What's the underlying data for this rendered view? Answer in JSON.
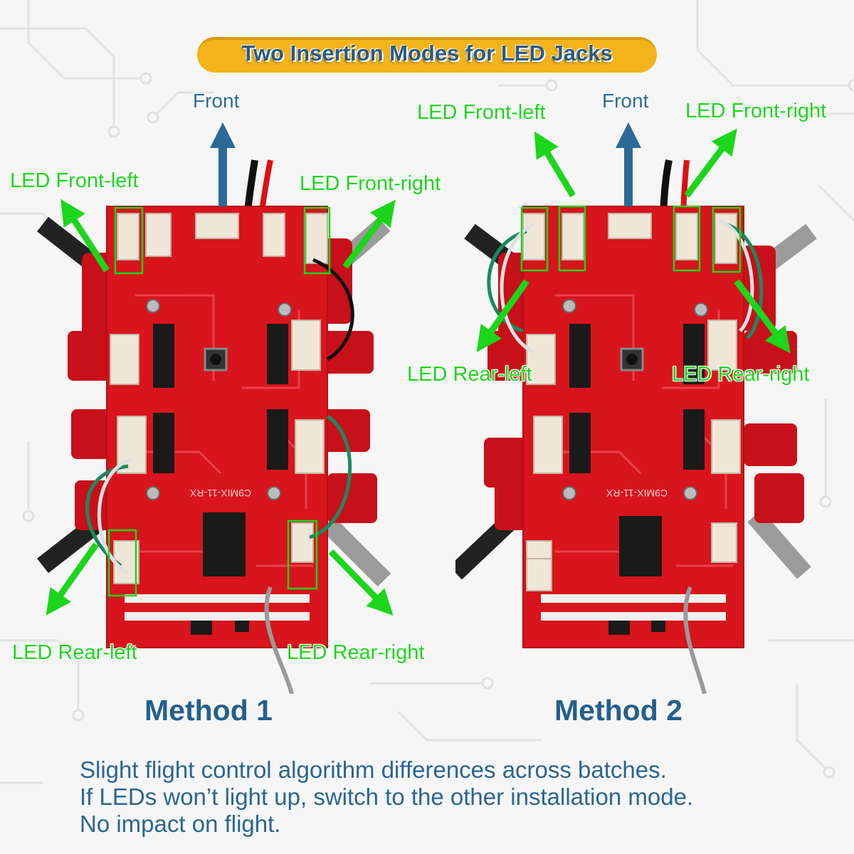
{
  "title": "Two Insertion Modes for LED Jacks",
  "colors": {
    "title_bg": "#f3b41b",
    "title_text": "#2a5a86",
    "led_label": "#1bd61b",
    "front_arrow": "#2b6a96",
    "method_text": "#245f8c",
    "notes_text": "#2a6594",
    "board_red": "#d8141c"
  },
  "method1": {
    "heading": "Method 1",
    "front": "Front",
    "front_left": "LED Front-left",
    "front_right": "LED Front-right",
    "rear_left": "LED Rear-left",
    "rear_right": "LED Rear-right"
  },
  "method2": {
    "heading": "Method 2",
    "front": "Front",
    "front_left": "LED Front-left",
    "front_right": "LED Front-right",
    "rear_left": "LED Rear-left",
    "rear_right": "LED Rear-right"
  },
  "board_marking": "C9MIX-11-RX",
  "notes": [
    "Slight flight control algorithm differences across batches.",
    "If LEDs won’t light up, switch to the other installation mode.",
    "No impact on flight."
  ]
}
